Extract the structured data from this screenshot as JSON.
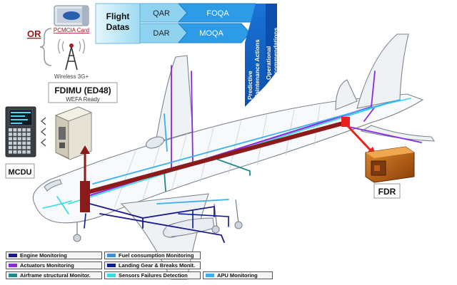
{
  "header": {
    "flight_datas": "Flight Datas",
    "qar": "QAR",
    "dar": "DAR",
    "foqa": "FOQA",
    "moqa": "MOQA",
    "predictive": [
      "Predictive",
      "Maintenance Actions"
    ],
    "operational": [
      "Operational",
      "recommendations"
    ]
  },
  "left_panel": {
    "or_label": "OR",
    "pcmcia_card": "PCMCIA Card",
    "wireless": "Wireless 3G+",
    "fdimu": "FDIMU (ED48)",
    "wefa": "WEFA Ready",
    "mcdu": "MCDU"
  },
  "fdr_label": "FDR",
  "legend": [
    {
      "label": "Engine Monitoring",
      "color": "#1a1a8c"
    },
    {
      "label": "Fuel consumption Monitoring",
      "color": "#3a8fe0"
    },
    {
      "label": "Actuators Monitoring",
      "color": "#8a2be2"
    },
    {
      "label": "Landing Gear & Breaks Monit.",
      "color": "#0a1a9a"
    },
    {
      "label": "Airframe structural Monitor.",
      "color": "#1f8a8a"
    },
    {
      "label": "Sensors Failures Detection",
      "color": "#33dddd"
    },
    {
      "label": "APU Monitoring",
      "color": "#3ab0f0"
    }
  ],
  "colors": {
    "header_light": "#cfeefa",
    "header_mid": "#2e9be6",
    "header_dark": "#0f5fc4",
    "main_bus": "#8b1a1a",
    "accent_red": "#e8231d"
  }
}
